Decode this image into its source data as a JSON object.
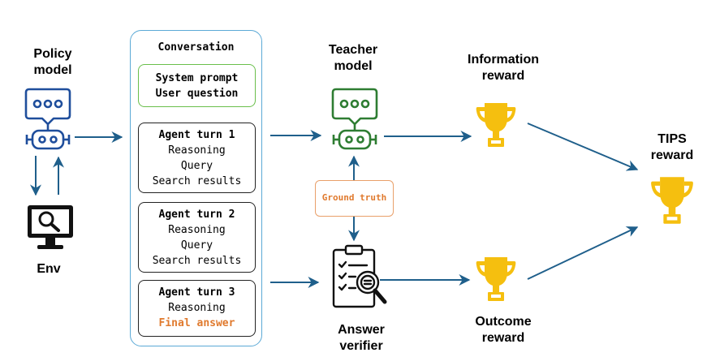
{
  "policy_model": {
    "label": "Policy\nmodel"
  },
  "env": {
    "label": "Env"
  },
  "conversation": {
    "title": "Conversation",
    "system": {
      "line1": "System prompt",
      "line2": "User question"
    },
    "turns": [
      {
        "title": "Agent turn 1",
        "lines": [
          "Reasoning",
          "Query",
          "Search results"
        ]
      },
      {
        "title": "Agent turn 2",
        "lines": [
          "Reasoning",
          "Query",
          "Search results"
        ]
      },
      {
        "title": "Agent turn 3",
        "lines": [
          "Reasoning"
        ],
        "final": "Final answer"
      }
    ]
  },
  "teacher_model": {
    "label": "Teacher\nmodel"
  },
  "ground_truth": {
    "label": "Ground truth"
  },
  "answer_verifier": {
    "label": "Answer\nverifier"
  },
  "information_reward": {
    "label": "Information\nreward"
  },
  "outcome_reward": {
    "label": "Outcome\nreward"
  },
  "tips_reward": {
    "label": "TIPS\nreward"
  },
  "colors": {
    "arrow": "#1f5f8b",
    "policy_icon": "#1f4e9c",
    "teacher_icon": "#2e7d32",
    "trophy": "#f5bf0f",
    "panel_border": "#5ba9d6",
    "system_border": "#6abf4b",
    "ground_truth_border": "#e9a06a",
    "accent_orange": "#e07a2e"
  }
}
